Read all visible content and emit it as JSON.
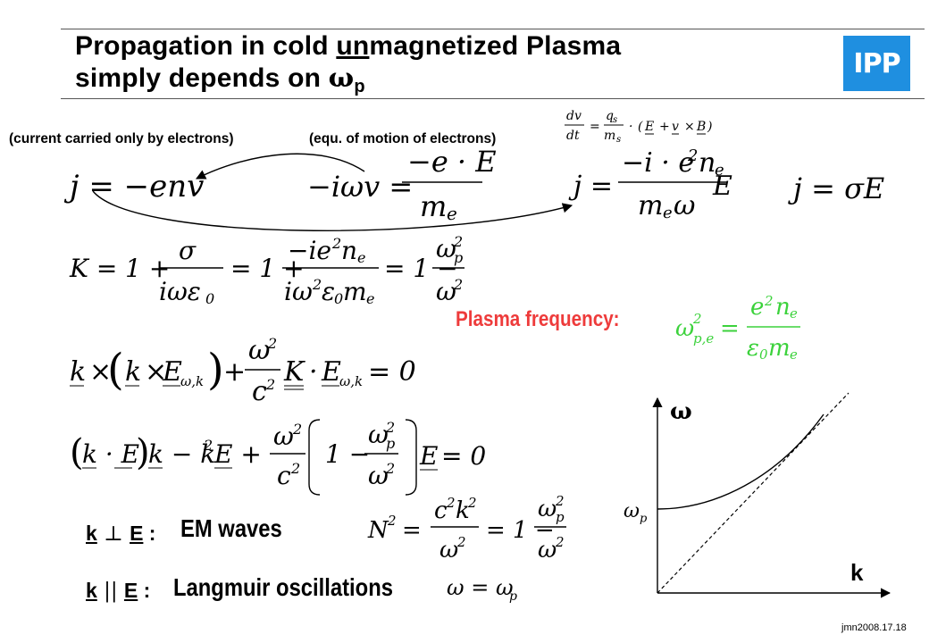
{
  "title": {
    "line1_a": "Propagation in cold ",
    "line1_u": "un",
    "line1_b": "magnetized Plasma",
    "line2_a": "simply depends on ",
    "omega": "ω",
    "sub": "p"
  },
  "logo": {
    "text": "IPP"
  },
  "notes": {
    "current": "(current carried only by electrons)",
    "motion": "(equ. of motion of  electrons)"
  },
  "plasma_frequency_label": "Plasma frequency:",
  "conditions": {
    "perp_k": "k",
    "perp_sym": " ⊥ ",
    "perp_e": "E",
    "perp_colon": " :",
    "par_k": "k",
    "par_sym": " || ",
    "par_e": "E",
    "par_colon": " :"
  },
  "waves": {
    "em": "EM waves",
    "langmuir": "Langmuir oscillations"
  },
  "graph": {
    "y_label": "ω",
    "x_label": "k",
    "omega_p_label": "ω",
    "omega_p_sub": "p"
  },
  "footer": "jmn2008.17.18",
  "colors": {
    "text": "#000000",
    "accent_red": "#ee3b3b",
    "formula_green": "#3cd23c",
    "logo_blue": "#1f8fe0"
  }
}
